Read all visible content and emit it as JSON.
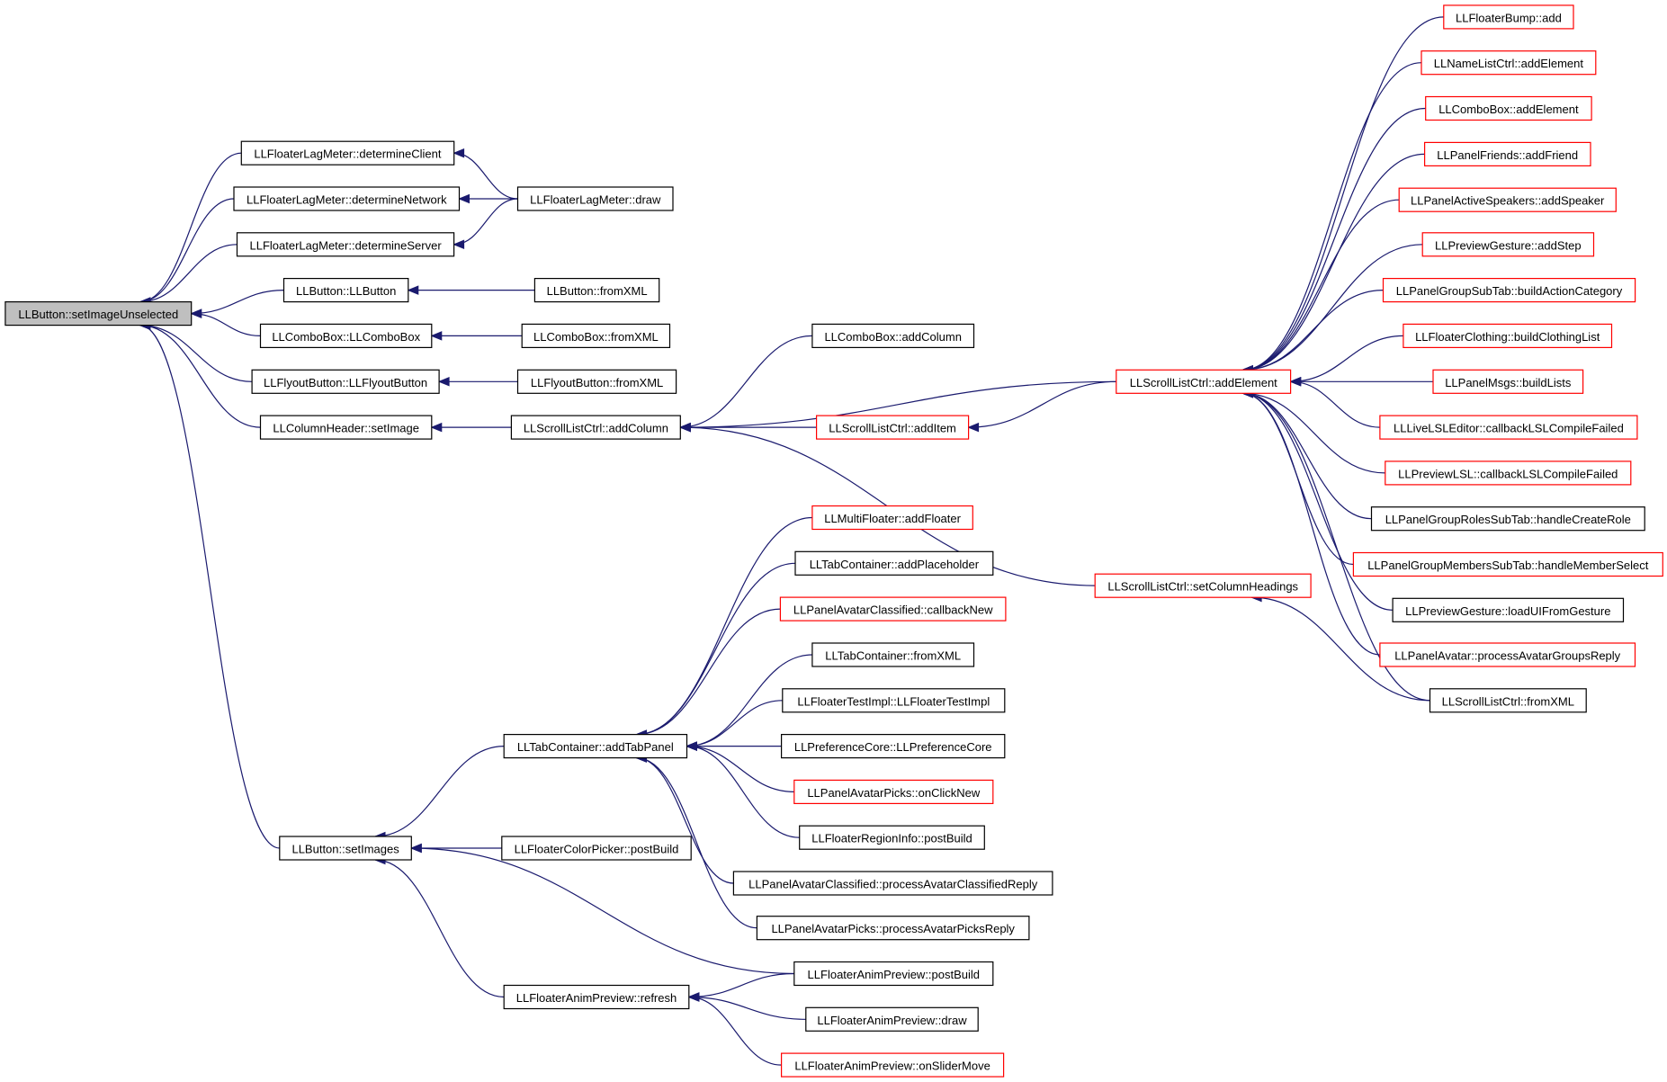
{
  "colors": {
    "edge": "#1a1a6e",
    "complete_border": "#000000",
    "partial_border": "#ff0000",
    "root_fill": "#bfbfbf"
  },
  "nodes": [
    {
      "id": "root",
      "label": "LLButton::setImageUnselected",
      "style": "root"
    },
    {
      "id": "flm_client",
      "label": "LLFloaterLagMeter::determineClient",
      "style": "black"
    },
    {
      "id": "flm_network",
      "label": "LLFloaterLagMeter::determineNetwork",
      "style": "black"
    },
    {
      "id": "flm_server",
      "label": "LLFloaterLagMeter::determineServer",
      "style": "black"
    },
    {
      "id": "flm_draw",
      "label": "LLFloaterLagMeter::draw",
      "style": "black"
    },
    {
      "id": "btn_ctor",
      "label": "LLButton::LLButton",
      "style": "black"
    },
    {
      "id": "btn_fromxml",
      "label": "LLButton::fromXML",
      "style": "black"
    },
    {
      "id": "cb_ctor",
      "label": "LLComboBox::LLComboBox",
      "style": "black"
    },
    {
      "id": "cb_fromxml",
      "label": "LLComboBox::fromXML",
      "style": "black"
    },
    {
      "id": "fb_ctor",
      "label": "LLFlyoutButton::LLFlyoutButton",
      "style": "black"
    },
    {
      "id": "fb_fromxml",
      "label": "LLFlyoutButton::fromXML",
      "style": "black"
    },
    {
      "id": "ch_setimage",
      "label": "LLColumnHeader::setImage",
      "style": "black"
    },
    {
      "id": "slc_addcolumn",
      "label": "LLScrollListCtrl::addColumn",
      "style": "black"
    },
    {
      "id": "cb_addcolumn",
      "label": "LLComboBox::addColumn",
      "style": "black"
    },
    {
      "id": "slc_additem",
      "label": "LLScrollListCtrl::addItem",
      "style": "red"
    },
    {
      "id": "slc_addelement",
      "label": "LLScrollListCtrl::addElement",
      "style": "red"
    },
    {
      "id": "slc_setcolheadings",
      "label": "LLScrollListCtrl::setColumnHeadings",
      "style": "red"
    },
    {
      "id": "fbump_add",
      "label": "LLFloaterBump::add",
      "style": "red"
    },
    {
      "id": "nlc_addelement",
      "label": "LLNameListCtrl::addElement",
      "style": "red"
    },
    {
      "id": "cb_addelement",
      "label": "LLComboBox::addElement",
      "style": "red"
    },
    {
      "id": "pf_addfriend",
      "label": "LLPanelFriends::addFriend",
      "style": "red"
    },
    {
      "id": "pas_addspeaker",
      "label": "LLPanelActiveSpeakers::addSpeaker",
      "style": "red"
    },
    {
      "id": "pg_addstep",
      "label": "LLPreviewGesture::addStep",
      "style": "red"
    },
    {
      "id": "pgst_buildaction",
      "label": "LLPanelGroupSubTab::buildActionCategory",
      "style": "red"
    },
    {
      "id": "fc_buildclothing",
      "label": "LLFloaterClothing::buildClothingList",
      "style": "red"
    },
    {
      "id": "pm_buildlists",
      "label": "LLPanelMsgs::buildLists",
      "style": "red"
    },
    {
      "id": "lle_callback",
      "label": "LLLiveLSLEditor::callbackLSLCompileFailed",
      "style": "red"
    },
    {
      "id": "pl_callback",
      "label": "LLPreviewLSL::callbackLSLCompileFailed",
      "style": "red"
    },
    {
      "id": "pgrst_handlecreate",
      "label": "LLPanelGroupRolesSubTab::handleCreateRole",
      "style": "black"
    },
    {
      "id": "pgmst_handlemember",
      "label": "LLPanelGroupMembersSubTab::handleMemberSelect",
      "style": "red"
    },
    {
      "id": "pg_loadui",
      "label": "LLPreviewGesture::loadUIFromGesture",
      "style": "black"
    },
    {
      "id": "pa_processgroups",
      "label": "LLPanelAvatar::processAvatarGroupsReply",
      "style": "red"
    },
    {
      "id": "slc_fromxml",
      "label": "LLScrollListCtrl::fromXML",
      "style": "black"
    },
    {
      "id": "btn_setimages",
      "label": "LLButton::setImages",
      "style": "black"
    },
    {
      "id": "tc_addtabpanel",
      "label": "LLTabContainer::addTabPanel",
      "style": "black"
    },
    {
      "id": "mf_addfloater",
      "label": "LLMultiFloater::addFloater",
      "style": "red"
    },
    {
      "id": "tc_addplaceholder",
      "label": "LLTabContainer::addPlaceholder",
      "style": "black"
    },
    {
      "id": "pac_callbacknew",
      "label": "LLPanelAvatarClassified::callbackNew",
      "style": "red"
    },
    {
      "id": "tc_fromxml",
      "label": "LLTabContainer::fromXML",
      "style": "black"
    },
    {
      "id": "fti_ctor",
      "label": "LLFloaterTestImpl::LLFloaterTestImpl",
      "style": "black"
    },
    {
      "id": "pc_ctor",
      "label": "LLPreferenceCore::LLPreferenceCore",
      "style": "black"
    },
    {
      "id": "pap_onclicknew",
      "label": "LLPanelAvatarPicks::onClickNew",
      "style": "red"
    },
    {
      "id": "fri_postbuild",
      "label": "LLFloaterRegionInfo::postBuild",
      "style": "black"
    },
    {
      "id": "pac_processreply",
      "label": "LLPanelAvatarClassified::processAvatarClassifiedReply",
      "style": "black"
    },
    {
      "id": "pap_processreply",
      "label": "LLPanelAvatarPicks::processAvatarPicksReply",
      "style": "black"
    },
    {
      "id": "fcp_postbuild",
      "label": "LLFloaterColorPicker::postBuild",
      "style": "black"
    },
    {
      "id": "fap_refresh",
      "label": "LLFloaterAnimPreview::refresh",
      "style": "black"
    },
    {
      "id": "fap_postbuild",
      "label": "LLFloaterAnimPreview::postBuild",
      "style": "black"
    },
    {
      "id": "fap_draw",
      "label": "LLFloaterAnimPreview::draw",
      "style": "black"
    },
    {
      "id": "fap_onslidermove",
      "label": "LLFloaterAnimPreview::onSliderMove",
      "style": "red"
    }
  ],
  "edges": [
    [
      "flm_client",
      "root"
    ],
    [
      "flm_network",
      "root"
    ],
    [
      "flm_server",
      "root"
    ],
    [
      "btn_ctor",
      "root"
    ],
    [
      "cb_ctor",
      "root"
    ],
    [
      "fb_ctor",
      "root"
    ],
    [
      "ch_setimage",
      "root"
    ],
    [
      "btn_setimages",
      "root"
    ],
    [
      "flm_draw",
      "flm_client"
    ],
    [
      "flm_draw",
      "flm_network"
    ],
    [
      "flm_draw",
      "flm_server"
    ],
    [
      "btn_fromxml",
      "btn_ctor"
    ],
    [
      "cb_fromxml",
      "cb_ctor"
    ],
    [
      "fb_fromxml",
      "fb_ctor"
    ],
    [
      "slc_addcolumn",
      "ch_setimage"
    ],
    [
      "cb_addcolumn",
      "slc_addcolumn"
    ],
    [
      "slc_addelement",
      "slc_addcolumn"
    ],
    [
      "slc_additem",
      "slc_addcolumn"
    ],
    [
      "slc_setcolheadings",
      "slc_addcolumn"
    ],
    [
      "slc_addelement",
      "slc_additem"
    ],
    [
      "fbump_add",
      "slc_addelement"
    ],
    [
      "nlc_addelement",
      "slc_addelement"
    ],
    [
      "cb_addelement",
      "slc_addelement"
    ],
    [
      "pf_addfriend",
      "slc_addelement"
    ],
    [
      "pas_addspeaker",
      "slc_addelement"
    ],
    [
      "pg_addstep",
      "slc_addelement"
    ],
    [
      "pgst_buildaction",
      "slc_addelement"
    ],
    [
      "fc_buildclothing",
      "slc_addelement"
    ],
    [
      "pm_buildlists",
      "slc_addelement"
    ],
    [
      "lle_callback",
      "slc_addelement"
    ],
    [
      "pl_callback",
      "slc_addelement"
    ],
    [
      "pgrst_handlecreate",
      "slc_addelement"
    ],
    [
      "pgmst_handlemember",
      "slc_addelement"
    ],
    [
      "pg_loadui",
      "slc_addelement"
    ],
    [
      "pa_processgroups",
      "slc_addelement"
    ],
    [
      "slc_fromxml",
      "slc_addelement"
    ],
    [
      "slc_fromxml",
      "slc_setcolheadings"
    ],
    [
      "tc_addtabpanel",
      "btn_setimages"
    ],
    [
      "fcp_postbuild",
      "btn_setimages"
    ],
    [
      "fap_refresh",
      "btn_setimages"
    ],
    [
      "fap_postbuild",
      "btn_setimages"
    ],
    [
      "mf_addfloater",
      "tc_addtabpanel"
    ],
    [
      "tc_addplaceholder",
      "tc_addtabpanel"
    ],
    [
      "pac_callbacknew",
      "tc_addtabpanel"
    ],
    [
      "tc_fromxml",
      "tc_addtabpanel"
    ],
    [
      "fti_ctor",
      "tc_addtabpanel"
    ],
    [
      "pc_ctor",
      "tc_addtabpanel"
    ],
    [
      "pap_onclicknew",
      "tc_addtabpanel"
    ],
    [
      "fri_postbuild",
      "tc_addtabpanel"
    ],
    [
      "pac_processreply",
      "tc_addtabpanel"
    ],
    [
      "pap_processreply",
      "tc_addtabpanel"
    ],
    [
      "fap_postbuild",
      "fap_refresh"
    ],
    [
      "fap_draw",
      "fap_refresh"
    ],
    [
      "fap_onslidermove",
      "fap_refresh"
    ]
  ]
}
